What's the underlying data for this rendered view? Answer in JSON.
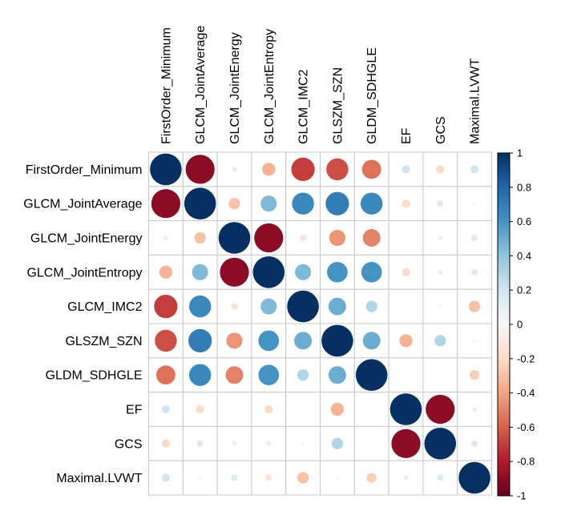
{
  "chart_data": {
    "type": "heatmap",
    "subtype": "correlation-circle-matrix",
    "title": "",
    "variables": [
      "FirstOrder_Minimum",
      "GLCM_JointAverage",
      "GLCM_JointEnergy",
      "GLCM_JointEntropy",
      "GLCM_IMC2",
      "GLSZM_SZN",
      "GLDM_SDHGLE",
      "EF",
      "GCS",
      "Maximal.LVWT"
    ],
    "matrix": [
      [
        1.0,
        -0.9,
        -0.1,
        -0.35,
        -0.7,
        -0.65,
        -0.55,
        0.2,
        -0.2,
        0.2
      ],
      [
        -0.9,
        1.0,
        -0.3,
        0.45,
        0.65,
        0.7,
        0.65,
        -0.2,
        0.15,
        -0.05
      ],
      [
        -0.1,
        -0.3,
        1.0,
        -0.9,
        -0.15,
        -0.45,
        -0.5,
        0.03,
        0.1,
        0.15
      ],
      [
        -0.35,
        0.45,
        -0.9,
        1.0,
        0.45,
        0.6,
        0.6,
        -0.2,
        0.1,
        -0.15
      ],
      [
        -0.7,
        0.65,
        -0.15,
        0.45,
        1.0,
        0.5,
        0.3,
        0.03,
        -0.05,
        -0.3
      ],
      [
        -0.65,
        0.7,
        -0.45,
        0.6,
        0.5,
        1.0,
        0.5,
        -0.35,
        0.3,
        0.05
      ],
      [
        -0.55,
        0.65,
        -0.5,
        0.6,
        0.3,
        0.5,
        1.0,
        0.03,
        0.03,
        -0.25
      ],
      [
        0.2,
        -0.2,
        0.03,
        -0.2,
        0.03,
        -0.35,
        0.03,
        1.0,
        -0.9,
        0.1
      ],
      [
        -0.2,
        0.15,
        0.1,
        0.1,
        -0.05,
        0.3,
        0.03,
        -0.9,
        1.0,
        0.15
      ],
      [
        0.2,
        -0.05,
        0.15,
        -0.15,
        -0.3,
        0.05,
        -0.25,
        0.1,
        0.15,
        1.0
      ]
    ],
    "value_range": [
      -1,
      1
    ],
    "legend_position": "right",
    "grid": true,
    "colorbar": {
      "tick_labels": [
        "1",
        "0.8",
        "0.6",
        "0.4",
        "0.2",
        "0",
        "-0.2",
        "-0.4",
        "-0.6",
        "-0.8",
        "-1"
      ],
      "min": -1,
      "max": 1
    },
    "palette": {
      "name": "RdBu",
      "stops": [
        {
          "v": -1.0,
          "c": "#67001F"
        },
        {
          "v": -0.8,
          "c": "#B2182B"
        },
        {
          "v": -0.6,
          "c": "#D6604D"
        },
        {
          "v": -0.4,
          "c": "#F4A582"
        },
        {
          "v": -0.2,
          "c": "#FDDBC7"
        },
        {
          "v": 0.0,
          "c": "#F7F7F7"
        },
        {
          "v": 0.2,
          "c": "#D1E5F0"
        },
        {
          "v": 0.4,
          "c": "#92C5DE"
        },
        {
          "v": 0.6,
          "c": "#4393C3"
        },
        {
          "v": 0.8,
          "c": "#2166AC"
        },
        {
          "v": 1.0,
          "c": "#053061"
        }
      ]
    },
    "grid_line_color": "#c8c8c8",
    "colorbar_border_color": "#000000",
    "background_color": "#ffffff"
  }
}
